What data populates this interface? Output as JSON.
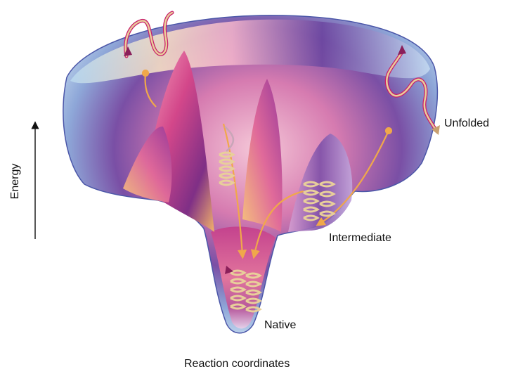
{
  "labels": {
    "energy": "Energy",
    "unfolded": "Unfolded",
    "intermediate": "Intermediate",
    "native": "Native",
    "reaction_coordinates": "Reaction coordinates"
  },
  "colors": {
    "funnel_outline": "#4b56a8",
    "rim_light_blue": "#bcd9ef",
    "funnel_purple": "#5b3b8f",
    "peak_magenta": "#c2357c",
    "peak_pink": "#f08cb0",
    "peak_orange": "#f5b06a",
    "path_arrow": "#f0a84a",
    "protein_ribbon": "#e8cf9a",
    "protein_ribbon_dark": "#c81e6a"
  }
}
